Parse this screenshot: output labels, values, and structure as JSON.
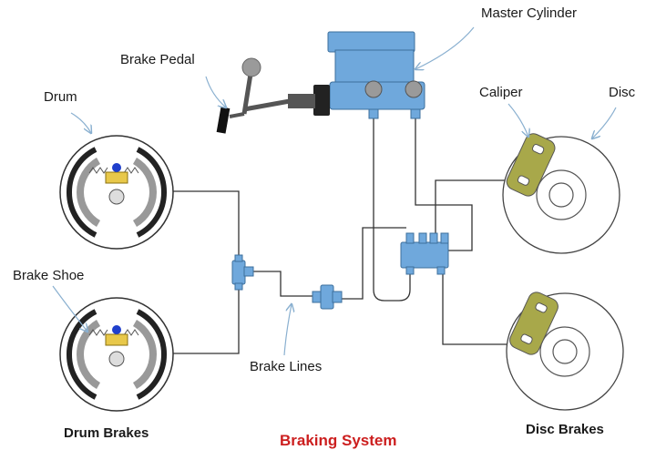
{
  "labels": {
    "master_cylinder": "Master Cylinder",
    "brake_pedal": "Brake Pedal",
    "drum": "Drum",
    "caliper": "Caliper",
    "disc": "Disc",
    "brake_shoe": "Brake Shoe",
    "brake_lines": "Brake Lines"
  },
  "captions": {
    "drum_brakes": "Drum Brakes",
    "disc_brakes": "Disc Brakes"
  },
  "title": "Braking System",
  "colors": {
    "cylinder_blue": "#6fa8dc",
    "caliper_olive": "#a8a84a",
    "line": "#333333",
    "arrow": "#8ab0d0",
    "title_red": "#cc1f1f"
  }
}
